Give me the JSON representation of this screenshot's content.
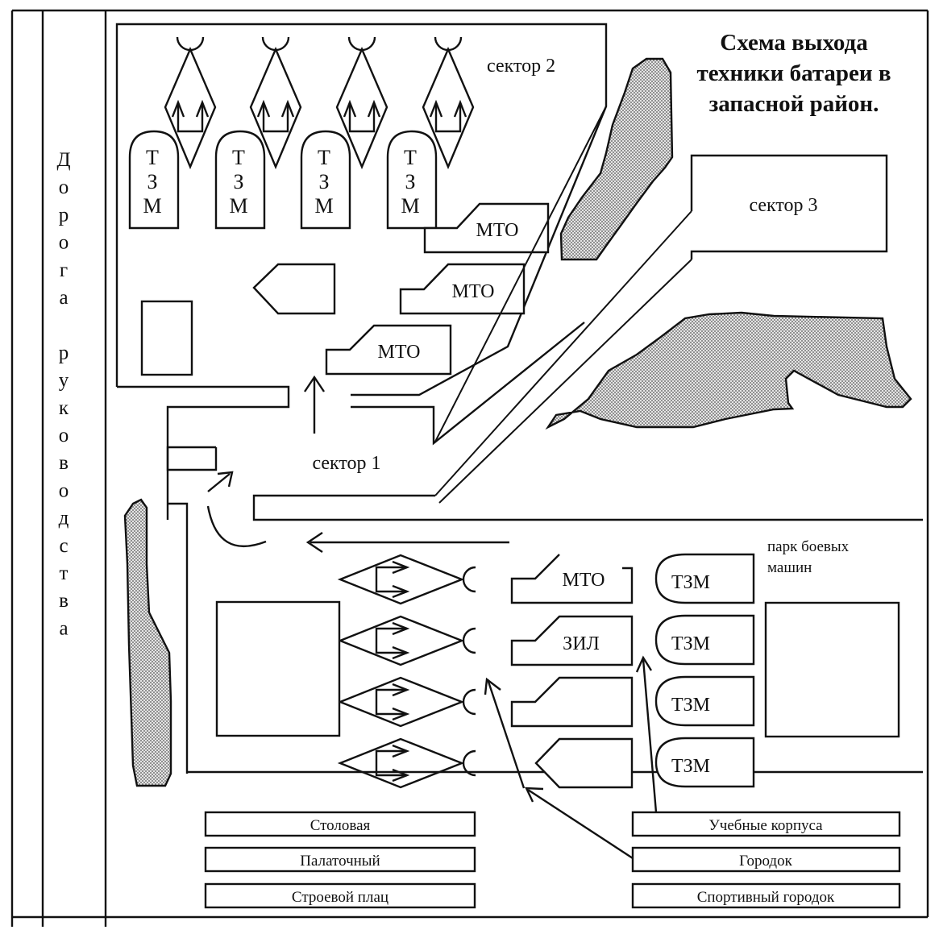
{
  "title": {
    "lines": [
      "Схема выхода",
      "техники батареи в",
      "запасной район."
    ]
  },
  "road": {
    "label_letters": [
      "Д",
      "о",
      "р",
      "о",
      "г",
      "а",
      "",
      "р",
      "у",
      "к",
      "о",
      "в",
      "о",
      "д",
      "с",
      "т",
      "в",
      "а"
    ]
  },
  "sectors": {
    "sector1": "сектор 1",
    "sector2": "сектор 2",
    "sector3": "сектор 3"
  },
  "top_vehicles": {
    "tzm_vertical": [
      "Т",
      "З",
      "М"
    ],
    "count": 4
  },
  "mto_labels": {
    "mto": "МТО",
    "zil": "ЗИЛ",
    "tzm": "ТЗМ"
  },
  "park": {
    "label_line1": "парк боевых",
    "label_line2": "машин"
  },
  "buildings_left": [
    "Столовая",
    "Палаточный",
    "Строевой плац"
  ],
  "buildings_right": [
    "Учебные корпуса",
    "Городок",
    "Спортивный городок"
  ],
  "colors": {
    "ink": "#111111",
    "paper": "#ffffff",
    "hatch": "#7a7a7a"
  }
}
